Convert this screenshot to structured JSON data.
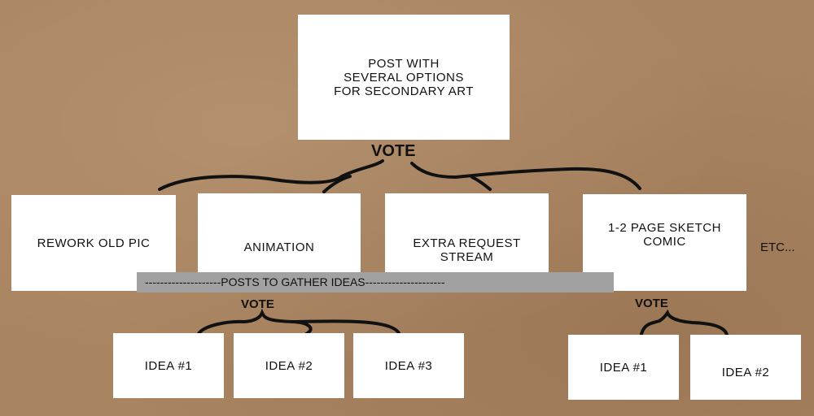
{
  "root": {
    "label": "POST WITH\nSEVERAL OPTIONS\nFOR SECONDARY ART"
  },
  "vote_labels": [
    "VOTE",
    "VOTE",
    "VOTE"
  ],
  "options": [
    {
      "label": "REWORK OLD PIC"
    },
    {
      "label": "ANIMATION"
    },
    {
      "label": "EXTRA REQUEST\nSTREAM"
    },
    {
      "label": "1-2 PAGE SKETCH\nCOMIC"
    }
  ],
  "etc": "ETC...",
  "banner": "--------------------POSTS TO GATHER IDEAS---------------------",
  "ideas_left": [
    "IDEA #1",
    "IDEA #2",
    "IDEA #3"
  ],
  "ideas_right": [
    "IDEA #1",
    "IDEA #2"
  ]
}
